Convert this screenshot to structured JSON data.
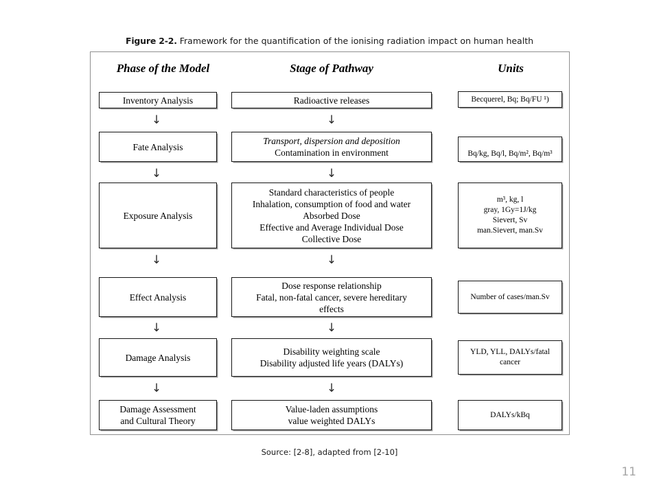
{
  "caption": {
    "label": "Figure 2-2.",
    "text": " Framework for the quantification of the ionising radiation impact on human health"
  },
  "diagram": {
    "headers": {
      "phase": "Phase of the Model",
      "stage": "Stage of Pathway",
      "units": "Units"
    },
    "arrow_glyph": "↓",
    "rows": [
      {
        "phase": [
          "Inventory Analysis"
        ],
        "stage": [
          "Radioactive releases"
        ],
        "units": [
          "Becquerel, Bq; Bq/FU ¹)"
        ]
      },
      {
        "phase": [
          "Fate Analysis"
        ],
        "stage": [
          "Transport, dispersion and deposition",
          "Contamination in environment"
        ],
        "units": [
          "Bq/kg, Bq/l, Bq/m², Bq/m³"
        ]
      },
      {
        "phase": [
          "Exposure Analysis"
        ],
        "stage": [
          "Standard characteristics of people",
          "Inhalation, consumption of food and water",
          "Absorbed Dose",
          "Effective and Average Individual Dose",
          "Collective Dose"
        ],
        "units": [
          "m³, kg, l",
          "gray, 1Gy=1J/kg",
          "Sievert, Sv",
          "man.Sievert, man.Sv"
        ]
      },
      {
        "phase": [
          "Effect Analysis"
        ],
        "stage": [
          "Dose response relationship",
          "Fatal, non-fatal cancer, severe hereditary",
          "effects"
        ],
        "units": [
          "Number of cases/man.Sv"
        ]
      },
      {
        "phase": [
          "Damage Analysis"
        ],
        "stage": [
          "Disability weighting scale",
          "Disability adjusted life years (DALYs)"
        ],
        "units": [
          "YLD, YLL, DALYs/fatal",
          "cancer"
        ]
      },
      {
        "phase": [
          "Damage Assessment",
          "and Cultural Theory"
        ],
        "stage": [
          "Value-laden assumptions",
          "value weighted DALYs"
        ],
        "units": [
          "DALYs/kBq"
        ]
      }
    ]
  },
  "source_note": "Source: [2-8], adapted from [2-10]",
  "page_number": "11",
  "colors": {
    "frame_border": "#8f8f8f",
    "box_border": "#141414",
    "text": "#000000",
    "page_number": "#a6a6a6"
  }
}
